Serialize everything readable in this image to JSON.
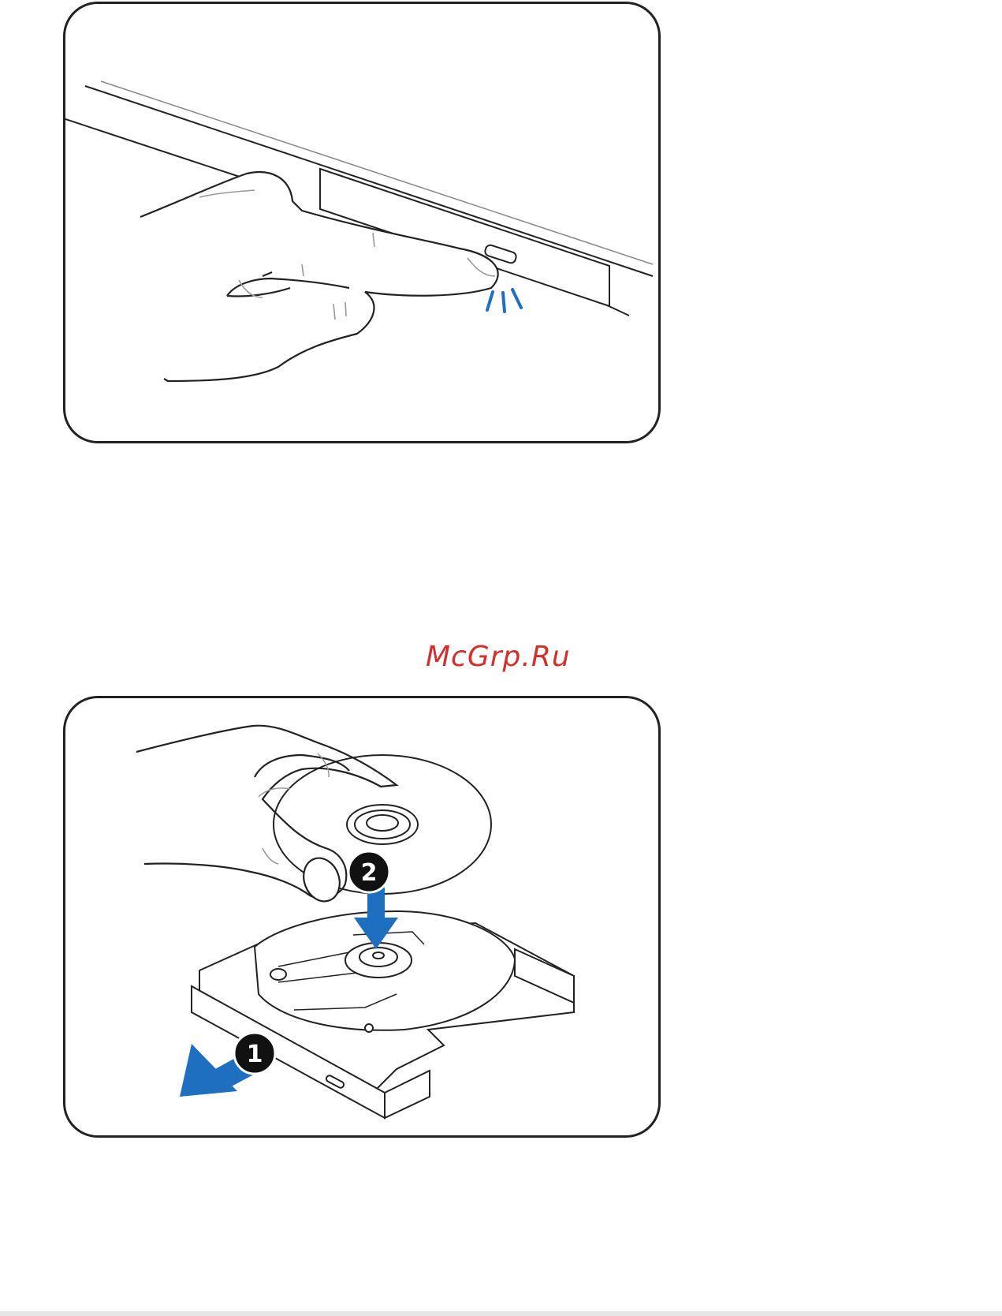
{
  "watermark": {
    "text": "McGrp.Ru",
    "color": "#d0312d"
  },
  "figure_top": {
    "icon": "eject-button-press-illustration",
    "accent_color": "#1f6fc0"
  },
  "figure_bottom": {
    "icon": "insert-disc-tray-illustration",
    "accent_color": "#1f6fc0",
    "step1_label": "1",
    "step2_label": "2"
  }
}
